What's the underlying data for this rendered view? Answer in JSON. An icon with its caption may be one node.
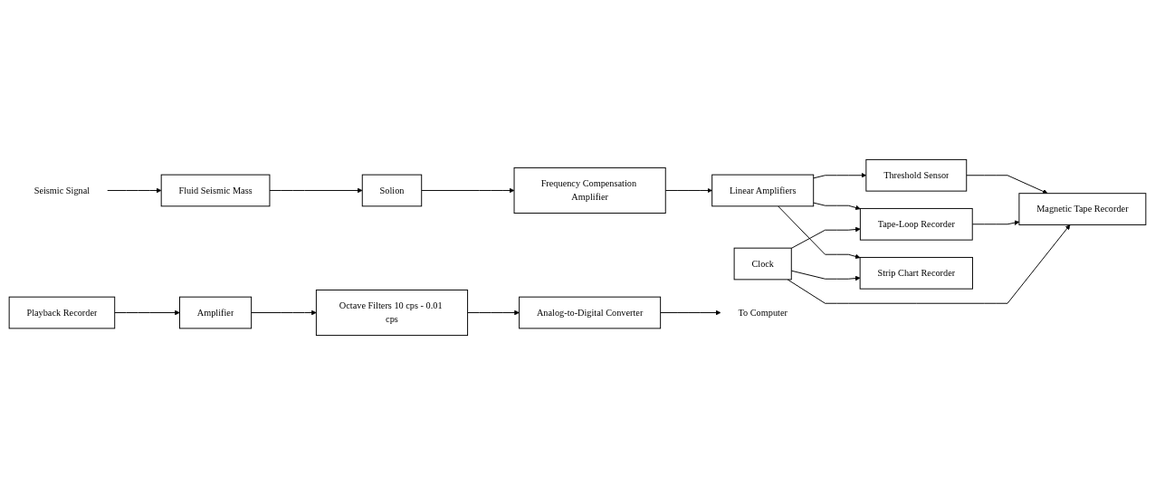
{
  "diagram": {
    "nodes": [
      {
        "text": [
          "Seismic Signal"
        ]
      },
      {
        "text": [
          "Fluid Seismic Mass"
        ]
      },
      {
        "text": [
          "Solion"
        ]
      },
      {
        "text": [
          "Frequency Compensation Amplifier"
        ]
      },
      {
        "text": [
          "Linear Amplifiers"
        ]
      },
      {
        "text": [
          "Threshold Sensor"
        ]
      },
      {
        "text": [
          "Tape-Loop Recorder"
        ]
      },
      {
        "text": [
          "Magnetic Tape Recorder"
        ]
      },
      {
        "text": [
          "Strip Chart Recorder"
        ]
      },
      {
        "text": [
          "Clock"
        ]
      },
      {
        "text": [
          "Playback Recorder"
        ]
      },
      {
        "text": [
          "Amplifier"
        ]
      },
      {
        "text": [
          "Octave Filters 10 cps - 0.01 cps"
        ]
      },
      {
        "text": [
          "Analog-to-Digital Converter"
        ]
      },
      {
        "text": [
          "To Computer"
        ]
      }
    ],
    "edges": [
      {
        "from": 0,
        "to": 1,
        "arrow": "to"
      },
      {
        "from": 1,
        "to": 2,
        "arrow": "to"
      },
      {
        "from": 2,
        "to": 3,
        "arrow": "to"
      },
      {
        "from": 3,
        "to": 4,
        "arrow": "to"
      },
      {
        "from": 4,
        "to": 5,
        "arrow": "to"
      },
      {
        "from": 4,
        "to": 6,
        "arrow": "to"
      },
      {
        "from": 4,
        "to": 8,
        "arrow": "to"
      },
      {
        "from": 5,
        "to": 7,
        "arrow": "to"
      },
      {
        "from": 6,
        "to": 7,
        "arrow": "to"
      },
      {
        "from": 9,
        "to": 6,
        "arrow": "to"
      },
      {
        "from": 9,
        "to": 8,
        "arrow": "to"
      },
      {
        "from": 9,
        "to": 7,
        "arrow": "to"
      },
      {
        "from": 10,
        "to": 11,
        "arrow": "to"
      },
      {
        "from": 11,
        "to": 12,
        "arrow": "to"
      },
      {
        "from": 12,
        "to": 13,
        "arrow": "to"
      },
      {
        "from": 13,
        "to": 14,
        "arrow": "to"
      }
    ]
  }
}
